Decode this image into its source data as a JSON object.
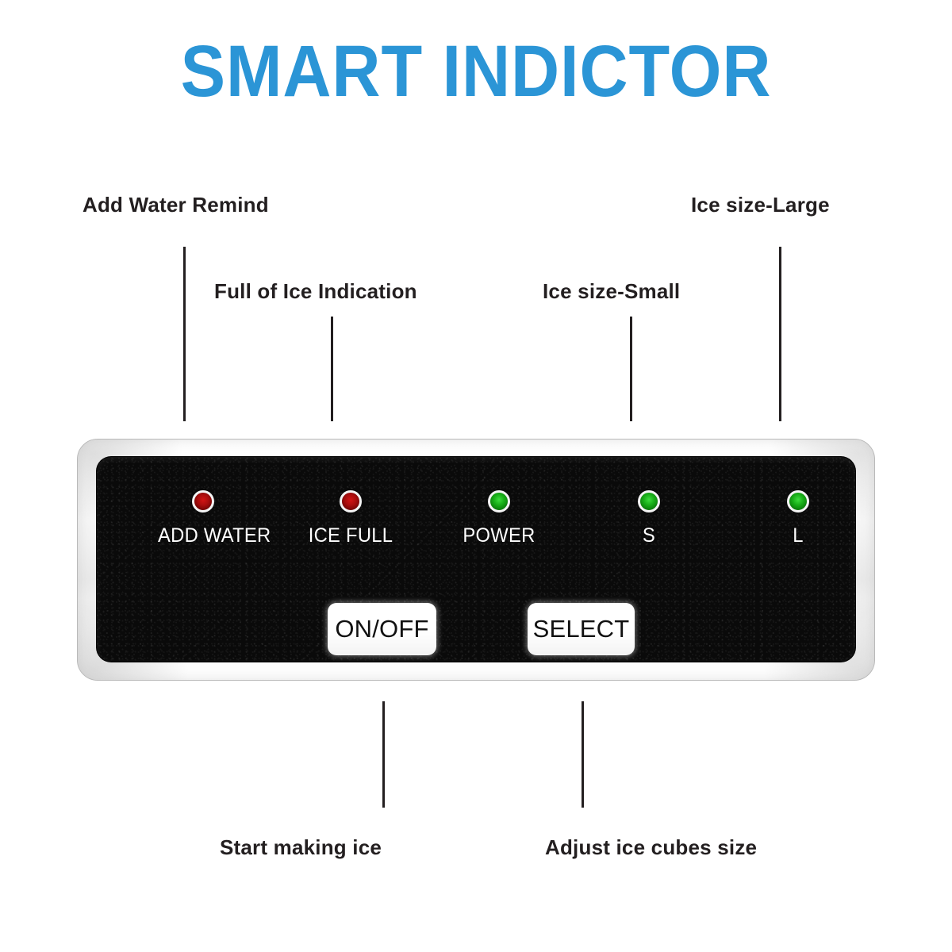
{
  "header": {
    "title": "SMART INDICTOR",
    "title_color": "#2b95d6"
  },
  "callouts": {
    "top_left_1": "Add Water Remind",
    "top_left_2": "Full of Ice Indication",
    "top_right_1": "Ice size-Small",
    "top_right_2": "Ice size-Large",
    "bottom_1": "Start making ice",
    "bottom_2": "Adjust  ice cubes size"
  },
  "panel": {
    "indicators": [
      {
        "label": "ADD WATER",
        "color": "#a80d0d",
        "state": "red"
      },
      {
        "label": "ICE FULL",
        "color": "#a80d0d",
        "state": "red"
      },
      {
        "label": "POWER",
        "color": "#17ad17",
        "state": "green"
      },
      {
        "label": "S",
        "color": "#17ad17",
        "state": "green"
      },
      {
        "label": "L",
        "color": "#17ad17",
        "state": "green"
      }
    ],
    "buttons": {
      "onoff": "ON/OFF",
      "select": "SELECT"
    }
  }
}
